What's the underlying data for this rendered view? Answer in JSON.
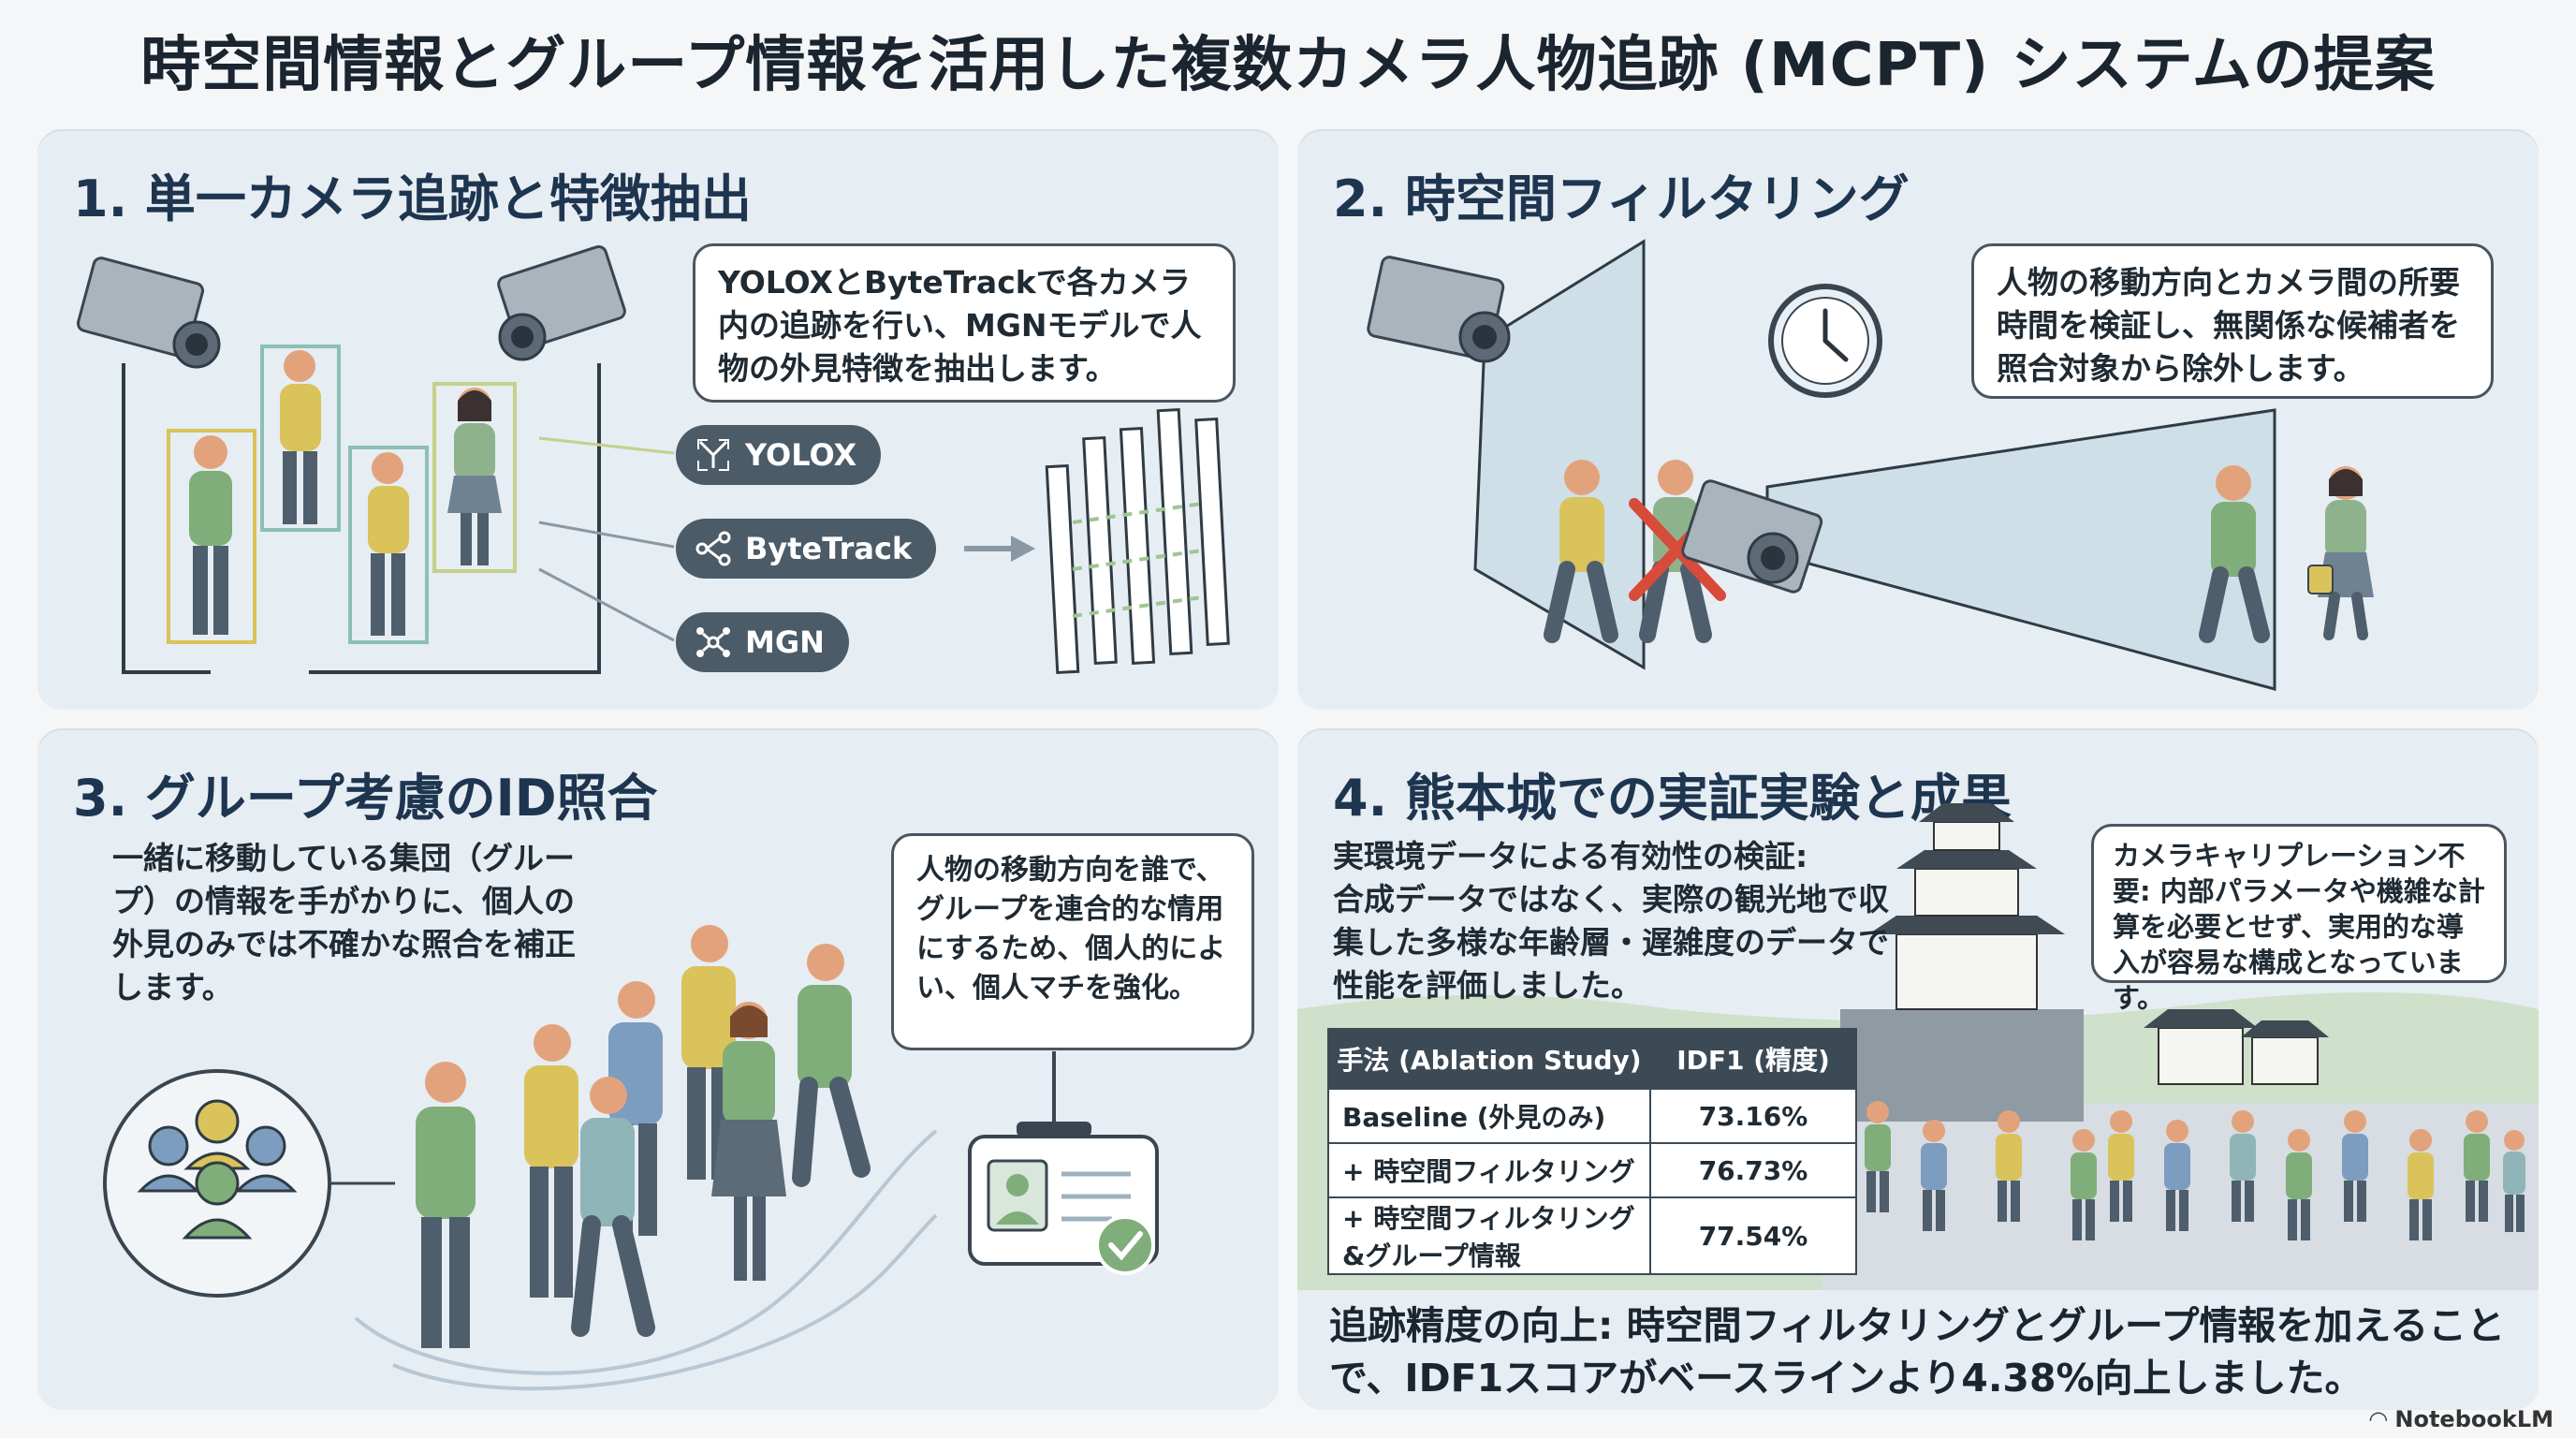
{
  "title": "時空間情報とグループ情報を活用した複数カメラ人物追跡 (MCPT) システムの提案",
  "panel1": {
    "title": "1. 単一カメラ追跡と特徴抽出",
    "bubble": "YOLOXとByteTrackで各カメラ内の追跡を行い、MGNモデルで人物の外見特徴を抽出します。",
    "pills": [
      "YOLOX",
      "ByteTrack",
      "MGN"
    ]
  },
  "panel2": {
    "title": "2. 時空間フィルタリング",
    "bubble": "人物の移動方向とカメラ間の所要時間を検証し、無関係な候補者を照合対象から除外します。"
  },
  "panel3": {
    "title": "3. グループ考慮のID照合",
    "text": "一緒に移動している集団（グループ）の情報を手がかりに、個人の外見のみでは不確かな照合を補正します。",
    "bubble": "人物の移動方向を誰で、グループを連合的な情用にするため、個人的によい、個人マチを強化。"
  },
  "panel4": {
    "title": "4. 熊本城での実証実験と成果",
    "text_heading": "実環境データによる有効性の検証:",
    "text_body": "合成データではなく、実際の観光地で収集した多様な年齢層・遅雑度のデータで性能を評価しました。",
    "bubble": "カメラキャリプレーション不要: 内部パラメータや機雑な計算を必要とせず、実用的な導入が容易な構成となっています。",
    "table": {
      "headers": [
        "手法 (Ablation Study)",
        "IDF1 (精度)"
      ],
      "rows": [
        {
          "method": "Baseline (外見のみ)",
          "idf1": "73.16%"
        },
        {
          "method": "+ 時空間フィルタリング",
          "idf1": "76.73%"
        },
        {
          "method": "+ 時空間フィルタリング &グループ情報",
          "idf1": "77.54%"
        }
      ]
    },
    "result": "追跡精度の向上: 時空間フィルタリングとグループ情報を加えることで、IDF1スコアがベースラインより4.38%向上しました。"
  },
  "brand": "NotebookLM",
  "colors": {
    "panel_bg": "#e6edf3",
    "title_text": "#1e3550",
    "pill_bg": "#4b5b68",
    "person_green": "#7fae7a",
    "person_yellow": "#d9c35a",
    "person_blue": "#7c9cc0",
    "cross_red": "#d84a3a"
  }
}
